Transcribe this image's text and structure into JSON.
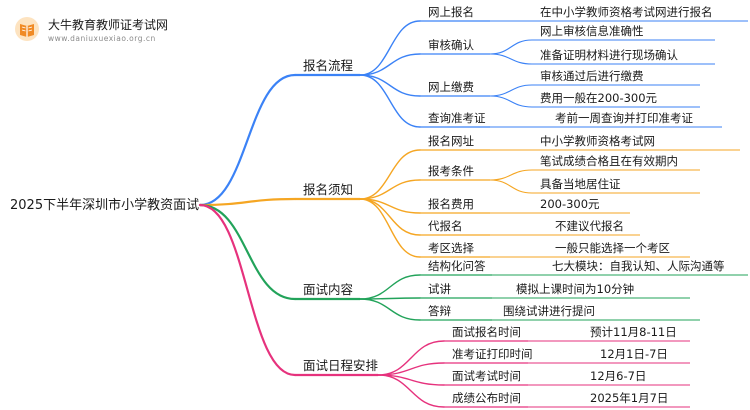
{
  "logo": {
    "title": "大牛教育教师证考试网",
    "subtitle": "www.daniuxuexiao.org.cn",
    "icon": "book-logo-icon"
  },
  "root": "2025下半年深圳市小学教资面试",
  "colors": {
    "blue": "#3b82f6",
    "orange": "#f5a623",
    "green": "#22a35a",
    "pink": "#e6327d"
  },
  "branches": [
    {
      "label": "报名流程",
      "color": "blue",
      "items": [
        {
          "label": "网上报名",
          "details": [
            "在中小学教师资格考试网进行报名"
          ]
        },
        {
          "label": "审核确认",
          "details": [
            "网上审核信息准确性",
            "准备证明材料进行现场确认"
          ]
        },
        {
          "label": "网上缴费",
          "details": [
            "审核通过后进行缴费",
            "费用一般在200-300元"
          ]
        },
        {
          "label": "查询准考证",
          "details": [
            "考前一周查询并打印准考证"
          ]
        }
      ]
    },
    {
      "label": "报名须知",
      "color": "orange",
      "items": [
        {
          "label": "报名网址",
          "details": [
            "中小学教师资格考试网"
          ]
        },
        {
          "label": "报考条件",
          "details": [
            "笔试成绩合格且在有效期内",
            "具备当地居住证"
          ]
        },
        {
          "label": "报名费用",
          "details": [
            "200-300元"
          ]
        },
        {
          "label": "代报名",
          "details": [
            "不建议代报名"
          ]
        },
        {
          "label": "考区选择",
          "details": [
            "一般只能选择一个考区"
          ]
        }
      ]
    },
    {
      "label": "面试内容",
      "color": "green",
      "items": [
        {
          "label": "结构化问答",
          "details": [
            "七大模块：自我认知、人际沟通等"
          ]
        },
        {
          "label": "试讲",
          "details": [
            "模拟上课时间为10分钟"
          ]
        },
        {
          "label": "答辩",
          "details": [
            "围绕试讲进行提问"
          ]
        }
      ]
    },
    {
      "label": "面试日程安排",
      "color": "pink",
      "items": [
        {
          "label": "面试报名时间",
          "details": [
            "预计11月8-11日"
          ]
        },
        {
          "label": "准考证打印时间",
          "details": [
            "12月1日-7日"
          ]
        },
        {
          "label": "面试考试时间",
          "details": [
            "12月6-7日"
          ]
        },
        {
          "label": "成绩公布时间",
          "details": [
            "2025年1月7日"
          ]
        }
      ]
    }
  ]
}
